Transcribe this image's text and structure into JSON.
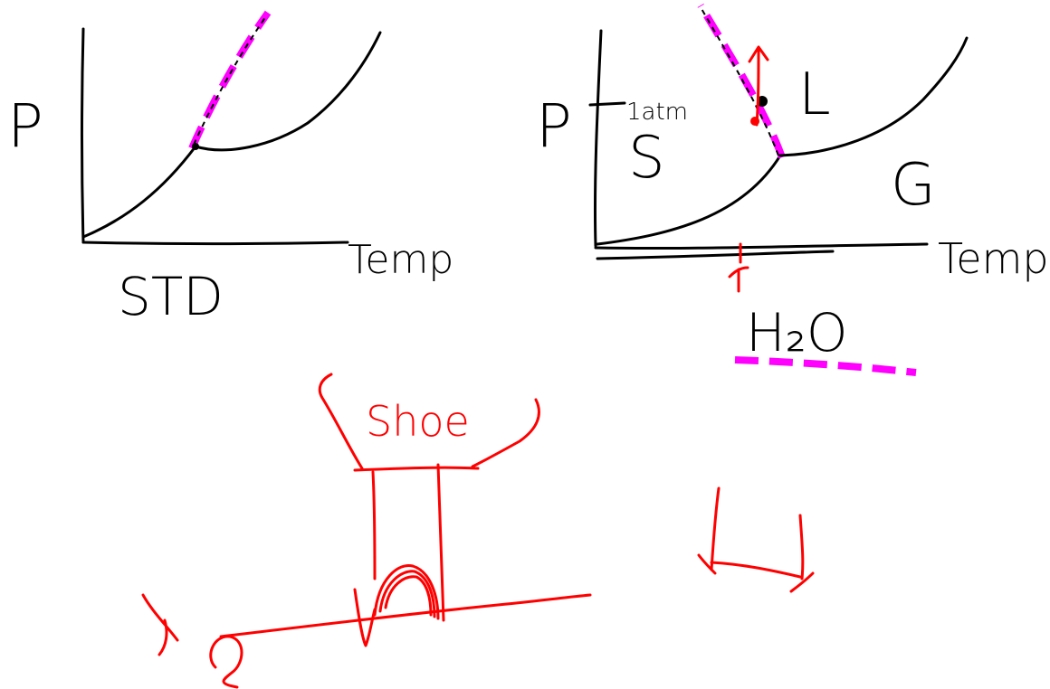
{
  "colors": {
    "ink": "#000000",
    "highlight": "#ff00ff",
    "annotation": "#ff0000",
    "background": "#ffffff"
  },
  "left_diagram": {
    "y_label": "P",
    "x_label": "Temp",
    "caption": "STD"
  },
  "right_diagram": {
    "y_label": "P",
    "tick_label": "1atm",
    "region_solid": "S",
    "region_liquid": "L",
    "region_gas": "G",
    "x_label": "Temp",
    "caption": "H₂O"
  },
  "sketch": {
    "label": "Shoe"
  }
}
